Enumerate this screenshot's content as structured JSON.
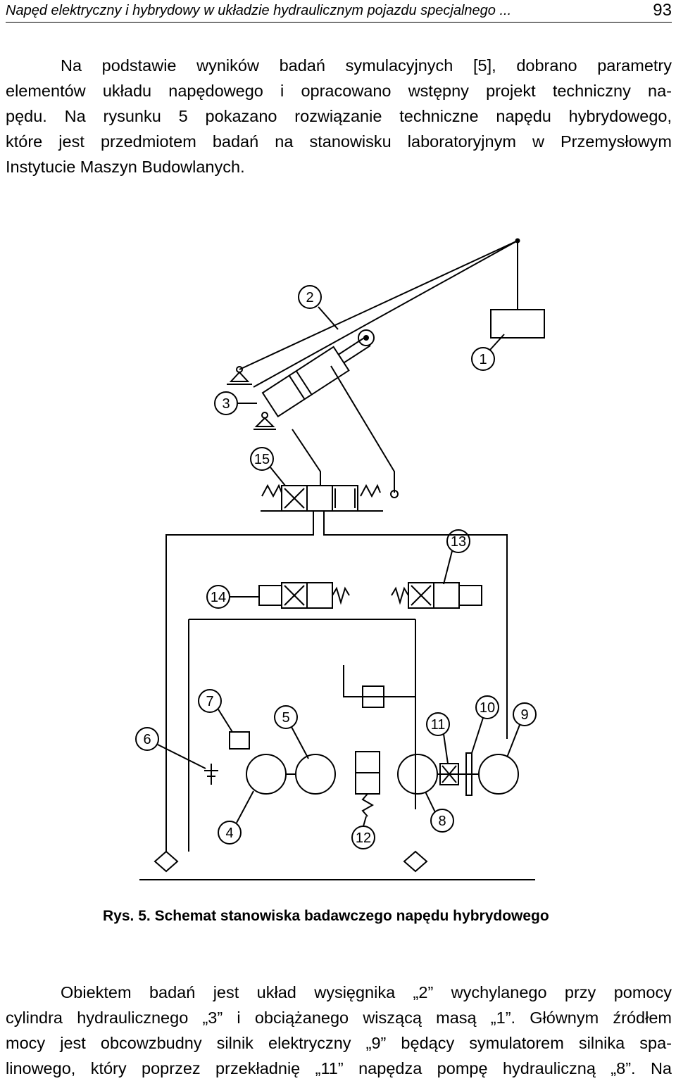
{
  "header": {
    "title": "Napęd elektryczny i hybrydowy w układzie hydraulicznym pojazdu specjalnego ...",
    "page_number": "93"
  },
  "paragraph1": {
    "lines": [
      "Na podstawie wyników badań symulacyjnych [5], dobrano parametry",
      "elementów układu napędowego i opracowano wstępny projekt techniczny na-",
      "pędu. Na rysunku 5 pokazano rozwiązanie techniczne napędu hybrydowego,",
      "które jest przedmiotem badań na stanowisku laboratoryjnym w Przemysłowym",
      "Instytucie Maszyn Budowlanych."
    ]
  },
  "figure": {
    "labels": [
      "1",
      "2",
      "3",
      "4",
      "5",
      "6",
      "7",
      "8",
      "9",
      "10",
      "11",
      "12",
      "13",
      "14",
      "15"
    ],
    "caption_prefix": "Rys. 5.",
    "caption_text": "Schemat stanowiska badawczego napędu hybrydowego"
  },
  "paragraph2": {
    "lines": [
      "Obiektem badań jest układ wysięgnika „2” wychylanego przy pomocy",
      "cylindra hydraulicznego „3” i obciążanego wiszącą masą „1”. Głównym źródłem",
      "mocy jest obcowzbudny silnik elektryczny „9” będący symulatorem silnika spa-",
      "linowego, który poprzez przekładnię „11” napędza pompę hydrauliczną „8”. Na"
    ]
  }
}
